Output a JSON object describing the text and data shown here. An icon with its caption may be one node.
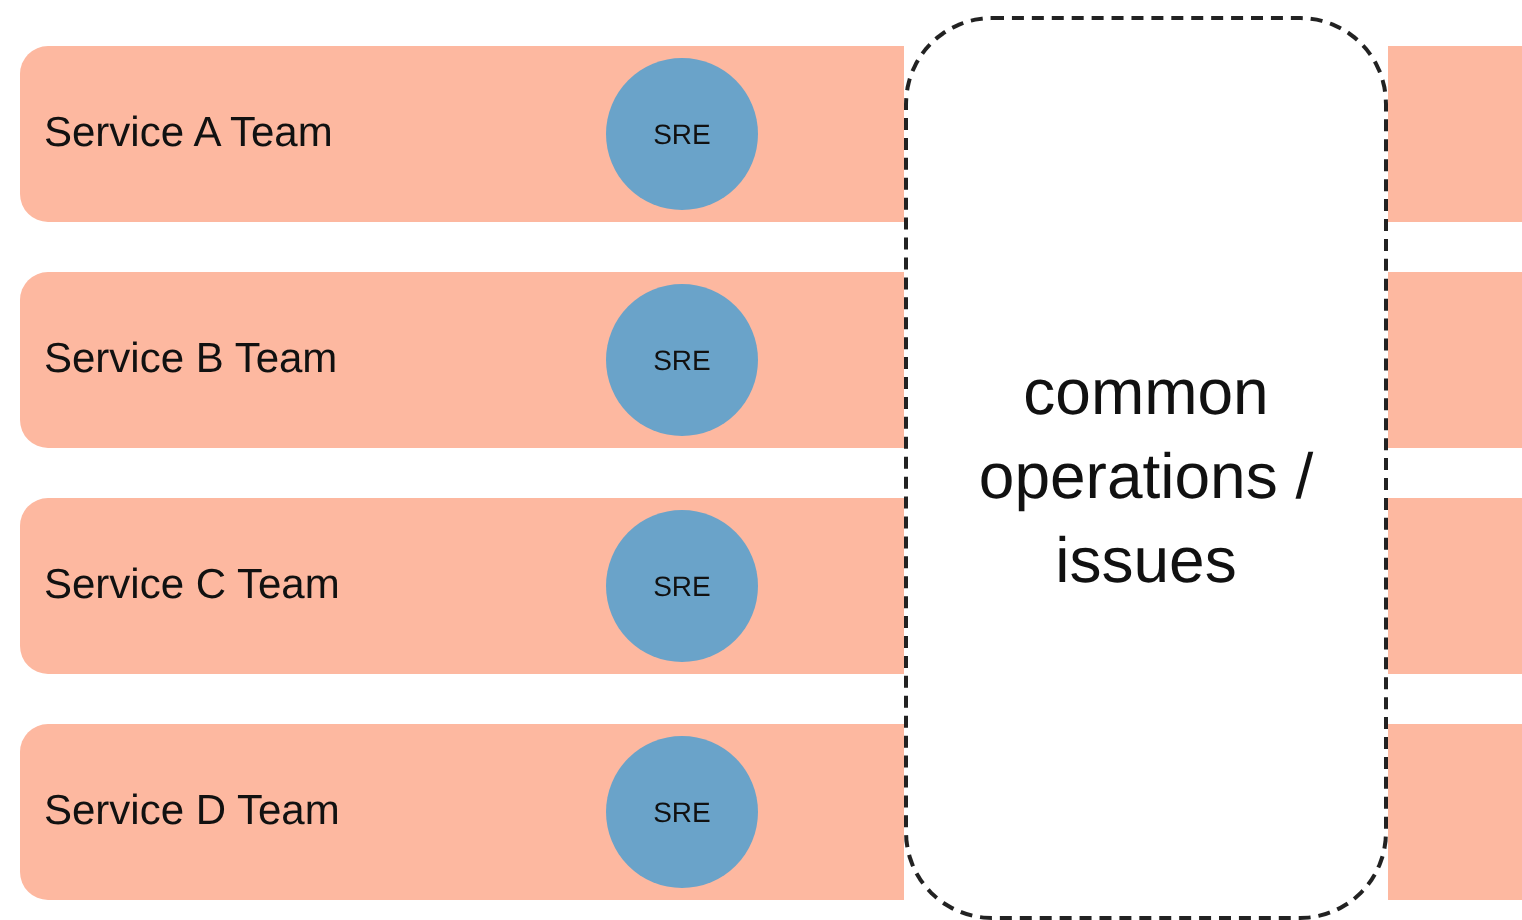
{
  "diagram": {
    "nodes": [
      {
        "text": [
          "Service A Team"
        ]
      },
      {
        "text": [
          "SRE"
        ],
        "in": 0
      },
      {
        "text": [
          "Service B Team"
        ]
      },
      {
        "text": [
          "SRE"
        ],
        "in": 2
      },
      {
        "text": [
          "Service C Team"
        ]
      },
      {
        "text": [
          "SRE"
        ],
        "in": 4
      },
      {
        "text": [
          "Service D Team"
        ]
      },
      {
        "text": [
          "SRE"
        ],
        "in": 6
      },
      {
        "text": [
          "common operations / issues"
        ]
      },
      {
        "text": [],
        "shape": "bar"
      },
      {
        "text": [],
        "shape": "bar"
      },
      {
        "text": [],
        "shape": "bar"
      },
      {
        "text": [],
        "shape": "bar"
      }
    ]
  }
}
